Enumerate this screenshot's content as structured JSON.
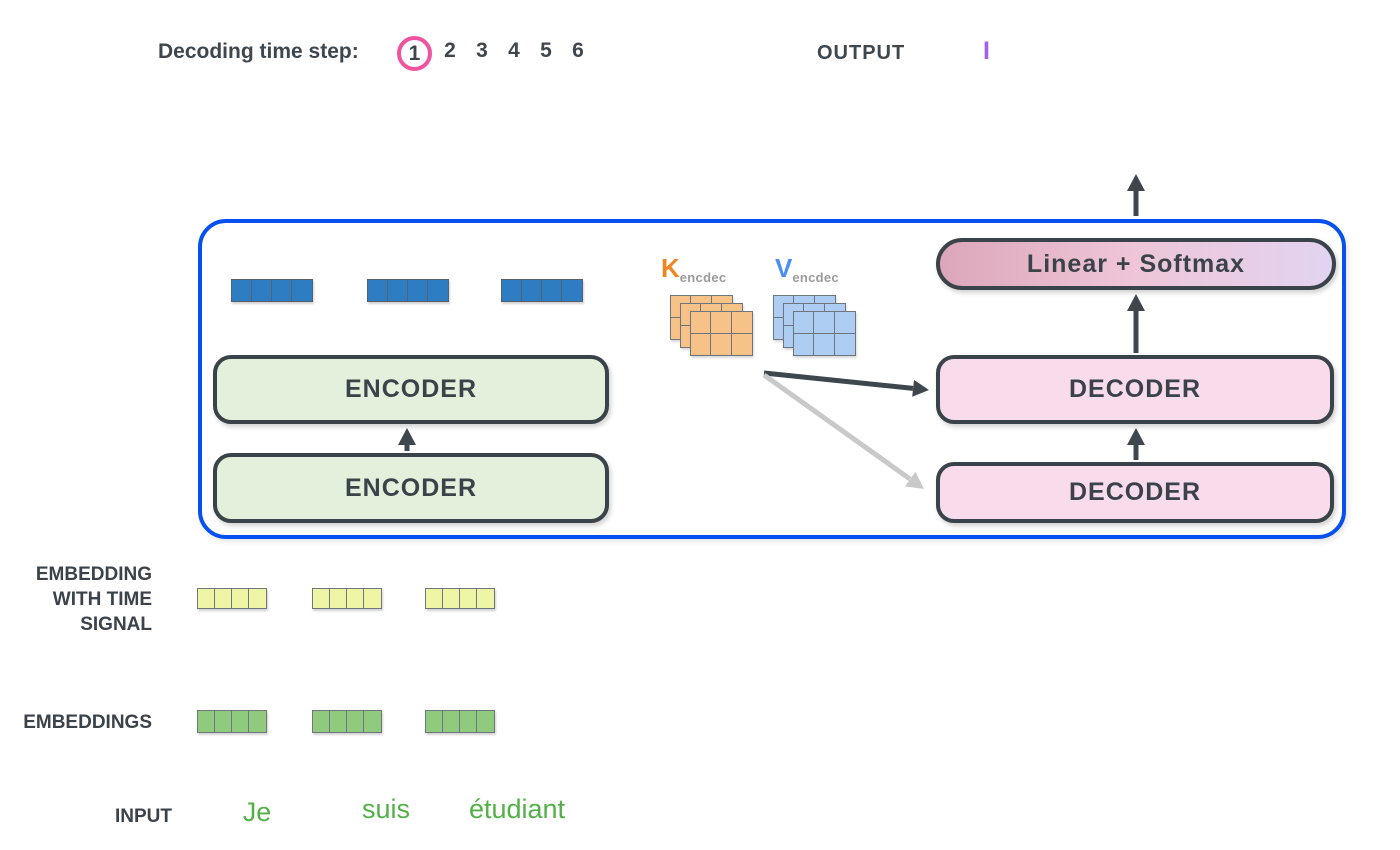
{
  "header": {
    "decoding_label": "Decoding time step:",
    "active_step": "1",
    "steps_rest": [
      "2",
      "3",
      "4",
      "5",
      "6"
    ],
    "output_label": "OUTPUT",
    "output_value": "I"
  },
  "encoder_labels": [
    "ENCODER",
    "ENCODER"
  ],
  "decoder_labels": [
    "DECODER",
    "DECODER"
  ],
  "linear_softmax_label": "Linear + Softmax",
  "attention": {
    "k_letter": "K",
    "k_subscript": "encdec",
    "v_letter": "V",
    "v_subscript": "encdec"
  },
  "side_labels": {
    "embedding_time_signal": "EMBEDDING\nWITH TIME\nSIGNAL",
    "embeddings": "EMBEDDINGS",
    "input": "INPUT"
  },
  "input_tokens": [
    "Je",
    "suis",
    "étudiant"
  ],
  "structure": {
    "encoder_output_vectors": 3,
    "cells_per_vector": 4,
    "matrix_layers": 3,
    "matrix_rows": 2,
    "matrix_cols": 3
  },
  "colors": {
    "container_border_blue": "#0750f0",
    "step_circle_pink": "#ee549f",
    "output_purple": "#a560ee",
    "input_green": "#52b046",
    "encoder_fill": "#e3f1dc",
    "decoder_fill": "#f8dcec",
    "linear_softmax_gradient": [
      "#dca6b9",
      "#eec5d7",
      "#e2d4f1"
    ],
    "encoder_output_cell_blue": "#2e7dc2",
    "time_signal_cell_yellow": "#eef6a5",
    "embedding_cell_green": "#90ca7e",
    "k_matrix_orange": "#f6c288",
    "v_matrix_blue": "#aecdf2",
    "dark_text": "#3b4249",
    "gray_arrow": "#c9c9c9"
  }
}
